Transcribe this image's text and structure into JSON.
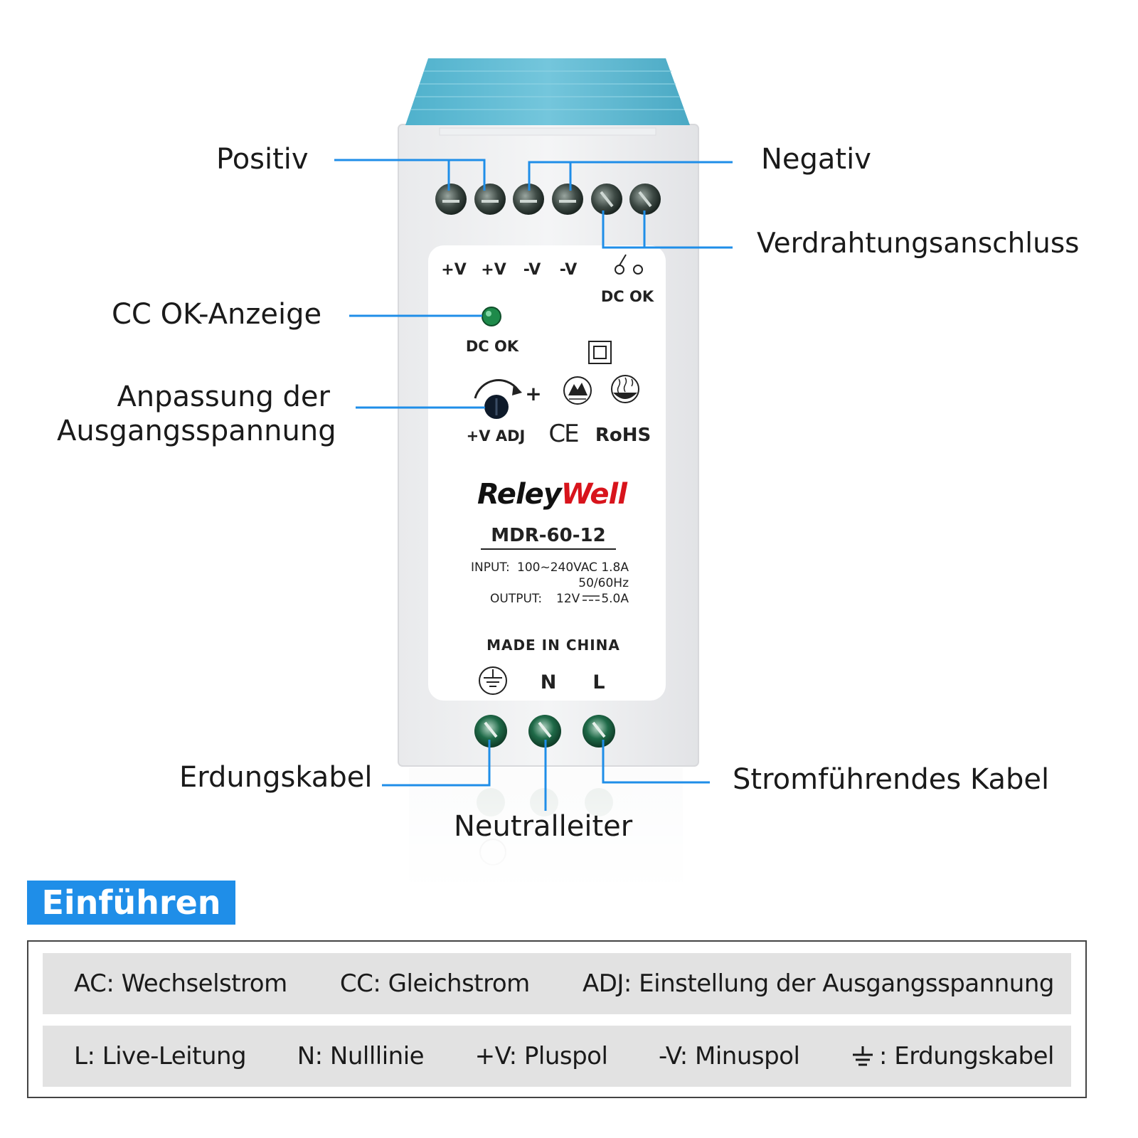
{
  "callouts": {
    "positiv": "Positiv",
    "negativ": "Negativ",
    "verdrahtung": "Verdrahtungsanschluss",
    "cc_ok": "CC OK-Anzeige",
    "anpassung_line1": "Anpassung der",
    "anpassung_line2": "Ausgangsspannung",
    "erdungskabel": "Erdungskabel",
    "neutralleiter": "Neutralleiter",
    "stromfuehrend": "Stromführendes Kabel"
  },
  "device": {
    "terminal_labels": [
      "+V",
      "+V",
      "-V",
      "-V"
    ],
    "dc_ok_top": "DC OK",
    "dc_ok_led": "DC OK",
    "plus_sign": "+",
    "v_adj": "+V ADJ",
    "ce": "CE",
    "rohs": "RoHS",
    "brand_part1": "Reley",
    "brand_part2": "Well",
    "model": "MDR-60-12",
    "input_label": "INPUT:",
    "input_value": "100~240VAC 1.8A",
    "input_freq": "50/60Hz",
    "output_label": "OUTPUT:",
    "output_value_v": "12V",
    "output_value_a": "5.0A",
    "made_in": "MADE IN CHINA",
    "bottom_labels": [
      "N",
      "L"
    ]
  },
  "section": {
    "title": "Einführen"
  },
  "legend": {
    "row1": [
      "AC: Wechselstrom",
      "CC: Gleichstrom",
      "ADJ: Einstellung der Ausgangsspannung"
    ],
    "row2": [
      "L: Live-Leitung",
      "N: Nulllinie",
      "+V: Pluspol",
      "-V: Minuspol"
    ],
    "ground_text": ": Erdungskabel"
  },
  "colors": {
    "accent_blue": "#1f8ee8",
    "cap_teal": "#5fb8d0",
    "brand_red": "#d8141c",
    "led_green": "#1e8a4a"
  },
  "icons": [
    "ground-symbol-icon",
    "relay-contact-icon",
    "double-insulation-icon",
    "altitude-icon",
    "humidity-icon",
    "adjust-knob-icon"
  ]
}
